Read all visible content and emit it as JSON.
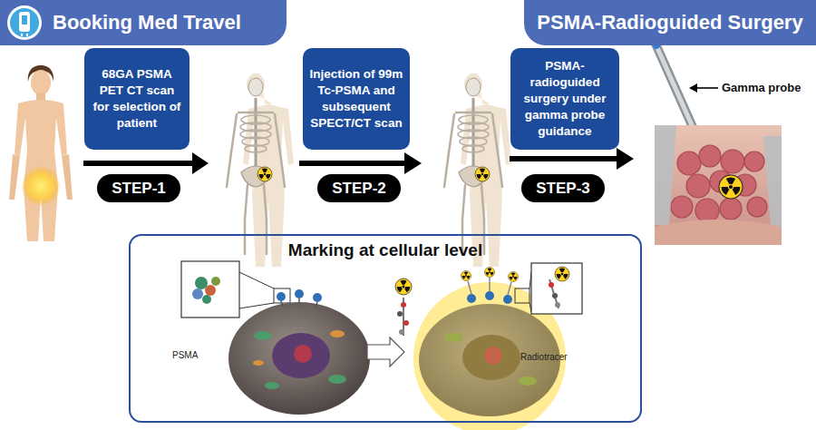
{
  "diagram": {
    "nodes": [
      {
        "text": [
          "Booking Med Travel"
        ]
      },
      {
        "text": [
          "PSMA-Radioguided Surgery"
        ]
      },
      {
        "text": [
          "68GA PSMA PET CT scan for selection of patient"
        ]
      },
      {
        "text": [
          "STEP-1"
        ]
      },
      {
        "text": [
          "Injection of 99m Tc-PSMA and subsequent SPECT/CT scan"
        ]
      },
      {
        "text": [
          "STEP-2"
        ]
      },
      {
        "text": [
          "PSMA-radioguided surgery under gamma probe guidance"
        ]
      },
      {
        "text": [
          "STEP-3"
        ]
      },
      {
        "text": [
          "Marking at cellular level"
        ]
      }
    ],
    "labels": [
      "Gamma probe",
      "PSMA",
      "Radiotracer"
    ]
  }
}
